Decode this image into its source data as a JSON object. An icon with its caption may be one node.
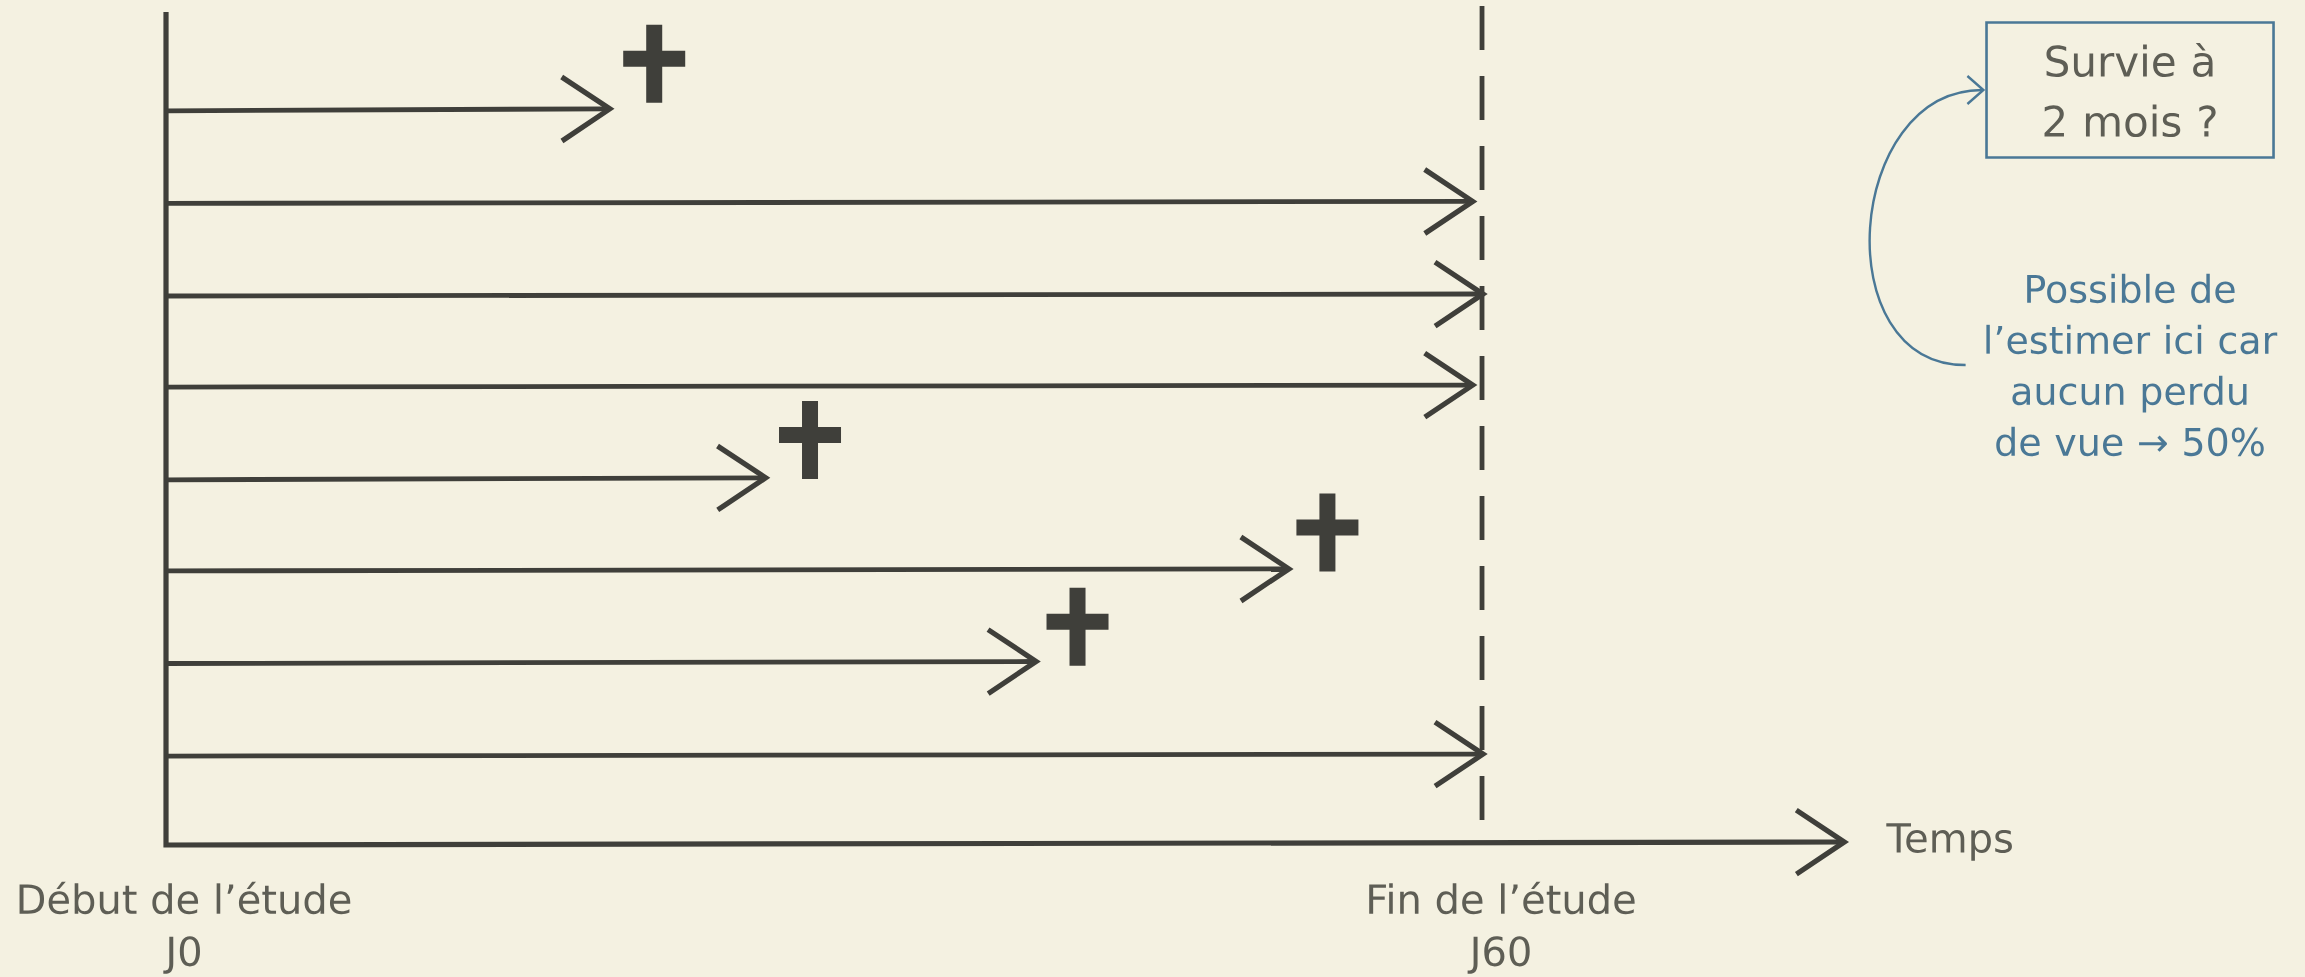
{
  "diagram": {
    "nodes": [
      {
        "text": [
          "Survie à 2 mois ?"
        ]
      },
      {
        "text": [
          "Possible de l’estimer ici car aucun perdu de vue → 50%"
        ]
      }
    ],
    "edges": [
      {
        "from": 1,
        "to": 0,
        "arrow": "to"
      }
    ],
    "labels": [
      "Temps",
      "Début de l’étude",
      "J0",
      "Fin de l’étude",
      "J60"
    ]
  }
}
